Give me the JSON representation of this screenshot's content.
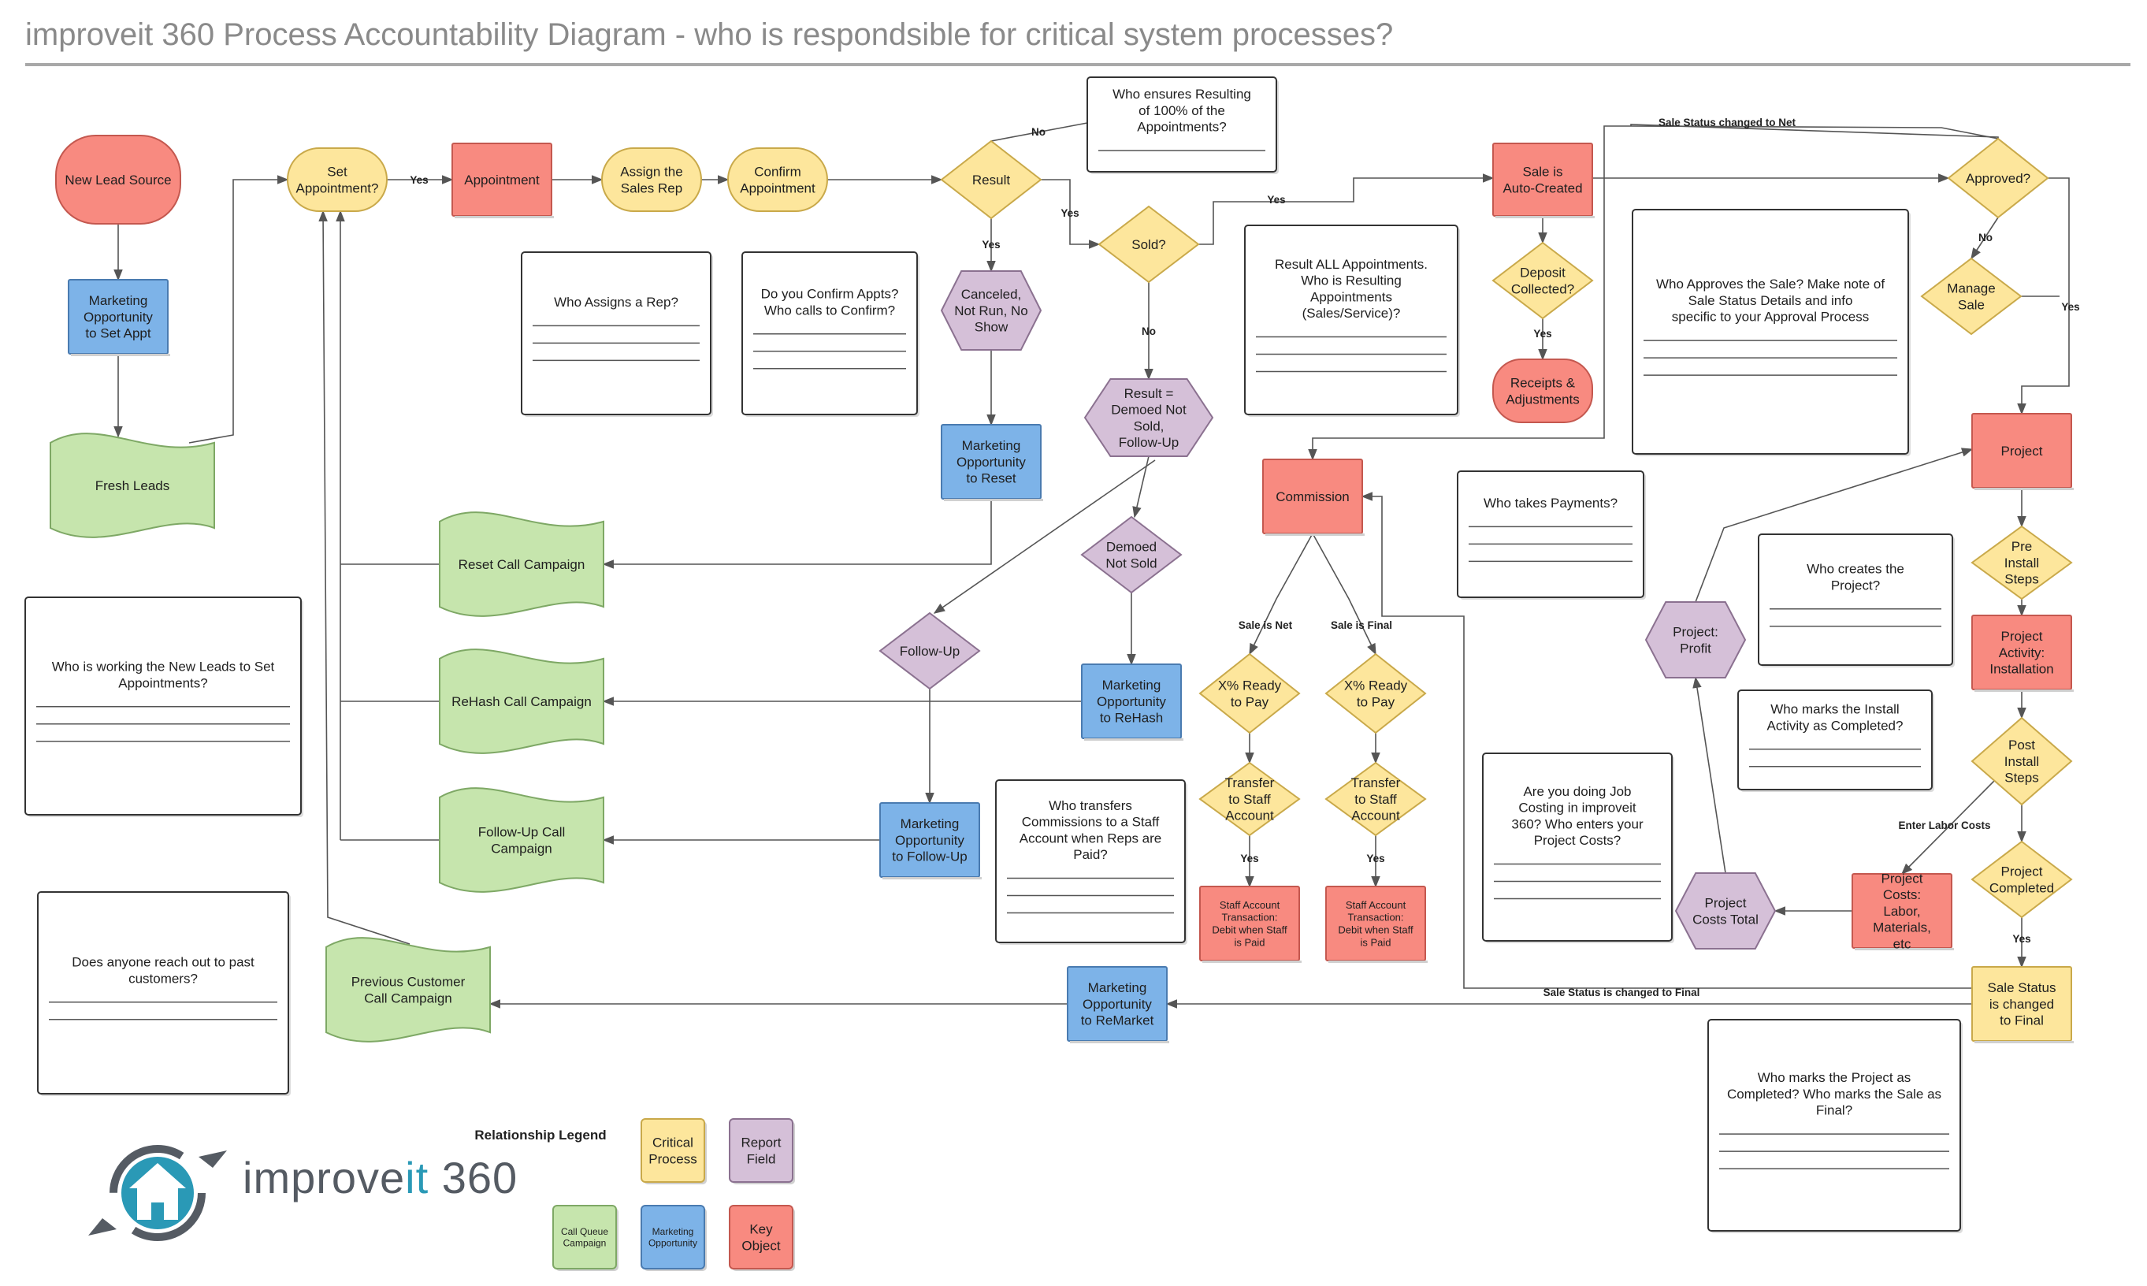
{
  "title": "improveit 360 Process Accountability Diagram - who is respondsible for critical system processes?",
  "colors": {
    "critical_process": "#fde69c",
    "report_field": "#d5c0d8",
    "call_queue_campaign": "#c6e5ad",
    "marketing_opportunity": "#7db3e8",
    "key_object": "#f88a80",
    "line": "#555555"
  },
  "nodes": {
    "new_lead_source": "New Lead Source",
    "mkt_set_appt": "Marketing Opportunity to Set Appt",
    "fresh_leads": "Fresh Leads",
    "set_appointment": "Set Appointment?",
    "appointment": "Appointment",
    "assign_sales_rep": "Assign the Sales Rep",
    "confirm_appointment": "Confirm Appointment",
    "result": "Result",
    "sold": "Sold?",
    "canceled": "Canceled, Not Run, No Show",
    "mkt_reset": "Marketing Opportunity to Reset",
    "result_demoed": "Result = Demoed Not Sold, Follow-Up",
    "demoed_not_sold": "Demoed Not Sold",
    "follow_up": "Follow-Up",
    "mkt_rehash": "Marketing Opportunity to ReHash",
    "mkt_follow_up": "Marketing Opportunity to Follow-Up",
    "reset_campaign": "Reset Call Campaign",
    "rehash_campaign": "ReHash Call Campaign",
    "follow_up_campaign": "Follow-Up Call Campaign",
    "previous_customer_campaign": "Previous Customer Call Campaign",
    "mkt_remarket": "Marketing Opportunity to ReMarket",
    "sale_auto_created": "Sale is Auto-Created",
    "deposit_collected": "Deposit Collected?",
    "receipts": "Receipts & Adjustments",
    "approved": "Approved?",
    "manage_sale": "Manage Sale",
    "project": "Project",
    "pre_install": "Pre Install Steps",
    "project_activity": "Project Activity: Installation",
    "post_install": "Post Install Steps",
    "project_completed": "Project Completed",
    "sale_status_final": "Sale Status is changed to Final",
    "project_costs": "Project Costs: Labor, Materials, etc",
    "project_costs_total": "Project Costs Total",
    "project_profit": "Project: Profit",
    "commission": "Commission",
    "ready_to_pay_net": "X% Ready to Pay",
    "ready_to_pay_final": "X% Ready to Pay",
    "transfer_net": "Transfer to Staff Account",
    "transfer_final": "Transfer to Staff Account",
    "staff_txn_net": "Staff Account Transaction: Debit when Staff is Paid",
    "staff_txn_final": "Staff Account Transaction: Debit when Staff is Paid"
  },
  "notes": {
    "new_leads": "Who is working the New Leads to Set Appointments?",
    "past_customers": "Does anyone reach out to past customers?",
    "assigns_rep": "Who Assigns a Rep?",
    "confirm_appts": "Do you Confirm Appts? Who calls to Confirm?",
    "resulting": "Who ensures Resulting of 100% of the Appointments?",
    "result_all": "Result ALL Appointments. Who is Resulting Appointments (Sales/Service)?",
    "approves_sale": "Who Approves the Sale? Make note of Sale Status Details and info specific to your Approval Process",
    "payments": "Who takes Payments?",
    "transfers": "Who transfers Commissions to a Staff Account when Reps are Paid?",
    "creates_project": "Who creates the Project?",
    "install_activity": "Who marks the Install Activity as Completed?",
    "job_costing": "Are you doing Job Costing in improveit 360? Who enters your Project Costs?",
    "project_completed": "Who marks the Project as Completed? Who marks the Sale as Final?"
  },
  "edge_labels": {
    "yes": "Yes",
    "no": "No",
    "sale_status_net": "Sale Status changed to Net",
    "sale_is_net": "Sale is Net",
    "sale_is_final": "Sale is Final",
    "sale_status_final": "Sale Status is changed to Final",
    "enter_labor_costs": "Enter Labor Costs"
  },
  "legend": {
    "title": "Relationship Legend",
    "critical_process": "Critical Process",
    "report_field": "Report Field",
    "call_queue_campaign": "Call Queue Campaign",
    "marketing_opportunity": "Marketing Opportunity",
    "key_object": "Key Object"
  },
  "logo": {
    "part1": "improve",
    "part2": "it",
    "part3": " 360"
  }
}
